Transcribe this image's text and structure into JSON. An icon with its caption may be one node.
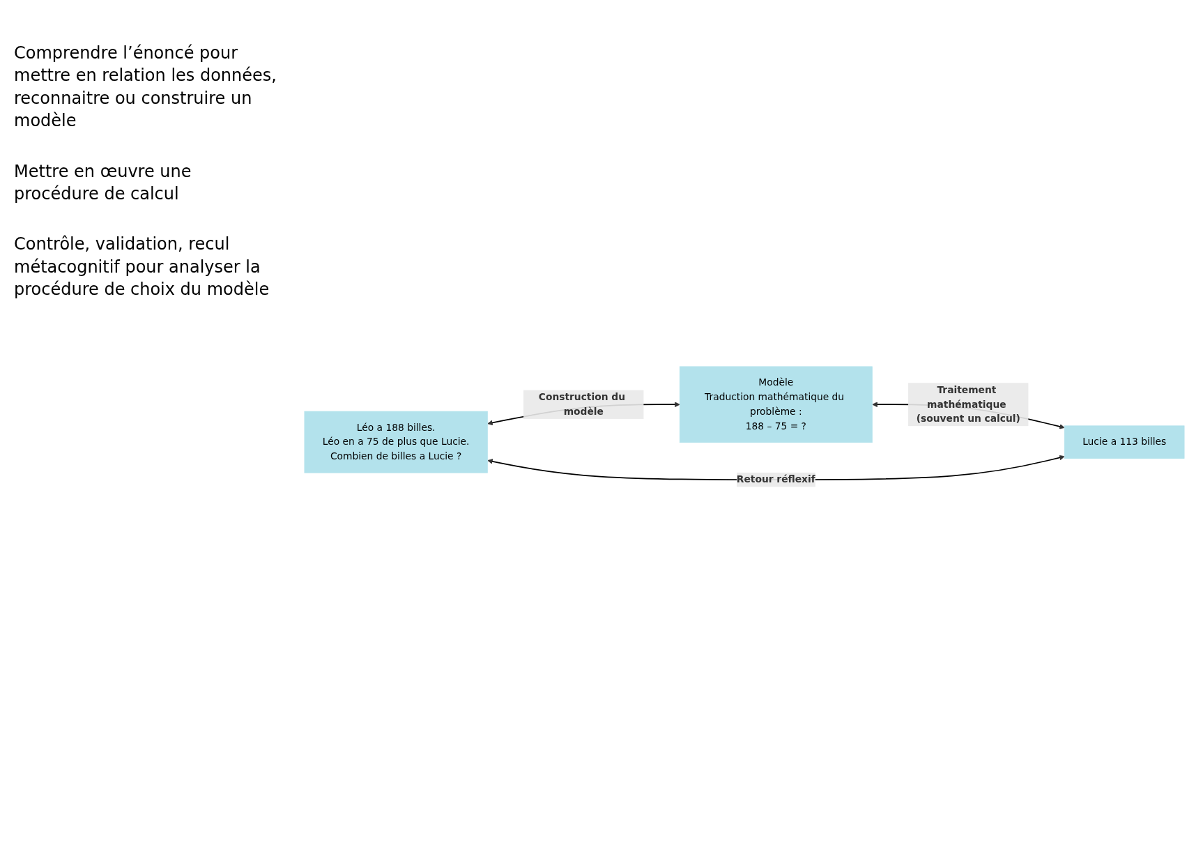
{
  "diagram": {
    "nodes": [
      {
        "text": [
          "Léo a 188 billes.",
          "Léo en a 75 de plus que Lucie.",
          "Combien de billes a Lucie ?"
        ]
      },
      {
        "text": [
          "Modèle",
          "Traduction mathématique du problème :",
          "188 – 75 = ?"
        ]
      },
      {
        "text": [
          "Lucie a 113 billes"
        ]
      }
    ],
    "edges": [
      {
        "from": 0,
        "to": 1,
        "arrow": "both",
        "label": "Construction du modèle"
      },
      {
        "from": 1,
        "to": 2,
        "arrow": "both",
        "label": "Traitement mathématique (souvent un calcul)"
      },
      {
        "from": 0,
        "to": 2,
        "arrow": "both",
        "label": "Retour réflexif"
      }
    ],
    "labels": [
      "Comprendre l’énoncé pour mettre en relation les données, reconnaitre ou construire un modèle",
      "Mettre en œuvre une procédure de calcul",
      "Contrôle, validation, recul métacognitif pour analyser la procédure de choix du modèle"
    ]
  }
}
